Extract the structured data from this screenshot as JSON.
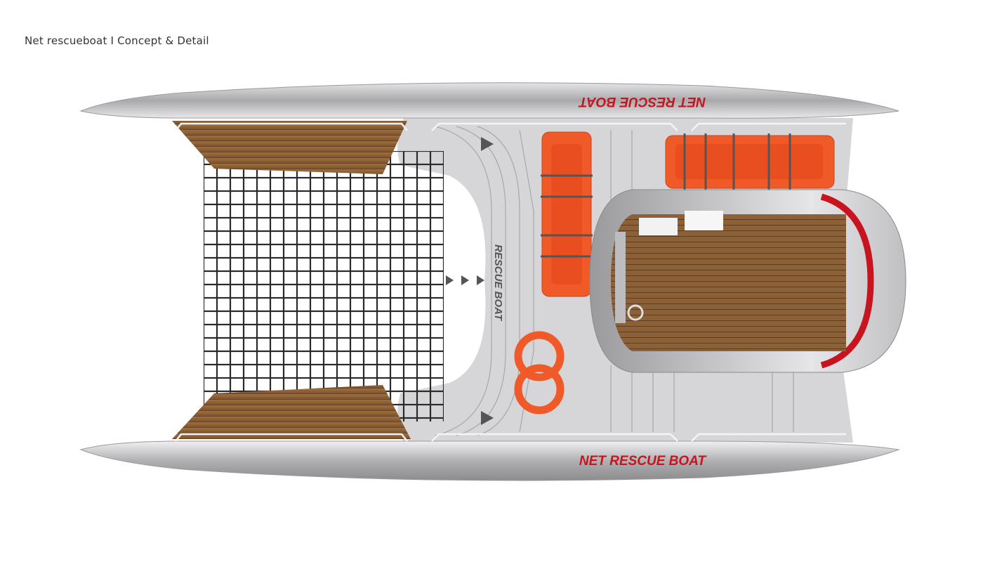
{
  "header": {
    "title": "Net rescueboat  I  Concept & Detail"
  },
  "boat": {
    "top_hull_label": "NET RESCUE BOAT",
    "bottom_hull_label": "NET RESCUE BOAT",
    "deck_label": "RESCUE BOAT",
    "colors": {
      "hull": "#b9b9bb",
      "deck": "#d6d6d8",
      "lettering": "#c8141e",
      "rescue_gear": "#f05a28",
      "wood": "#9a6a3e",
      "net": "#2a2a2a"
    }
  }
}
